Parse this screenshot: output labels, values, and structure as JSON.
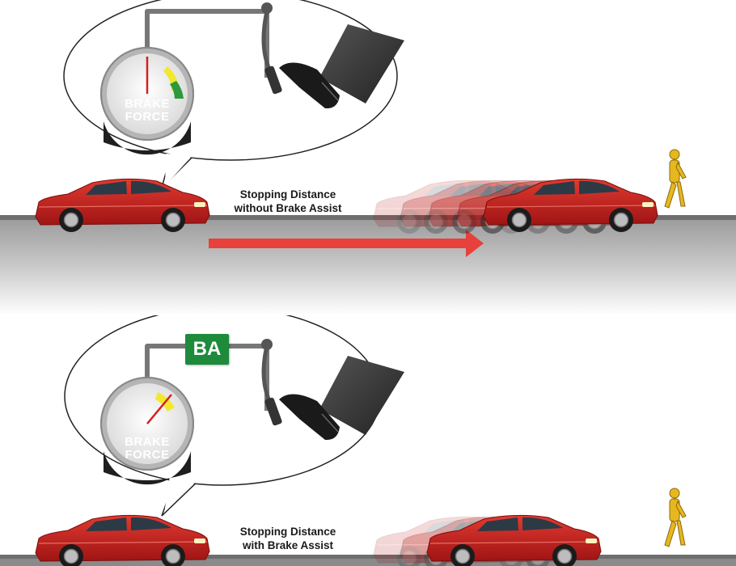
{
  "top": {
    "gauge_line1": "BRAKE",
    "gauge_line2": "FORCE",
    "caption_line1": "Stopping Distance",
    "caption_line2": "without Brake Assist"
  },
  "bottom": {
    "badge": "BA",
    "gauge_line1": "BRAKE",
    "gauge_line2": "FORCE",
    "caption_line1": "Stopping Distance",
    "caption_line2": "with Brake Assist"
  },
  "colors": {
    "car": "#c81e1e",
    "arrow": "#e8403a",
    "badge": "#1e8a3c",
    "dummy": "#e6b81e"
  }
}
